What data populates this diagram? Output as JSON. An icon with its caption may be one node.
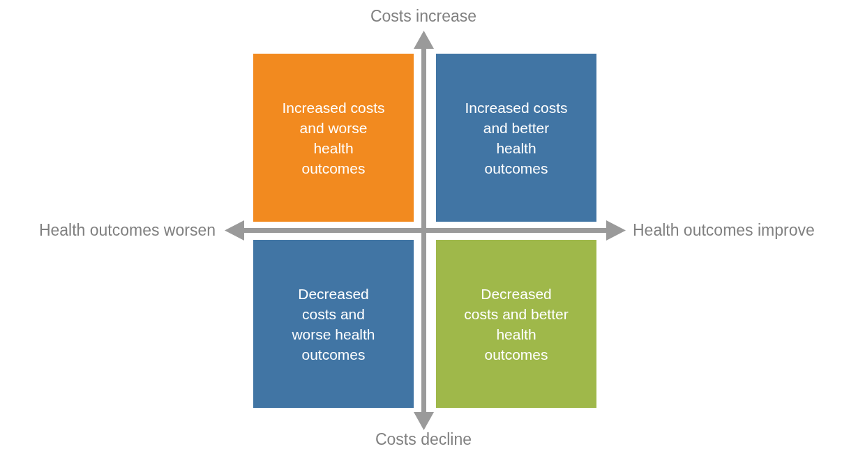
{
  "diagram": {
    "nodes": [
      {
        "text": [
          "Increased costs and worse health outcomes"
        ]
      },
      {
        "text": [
          "Increased costs and better health outcomes"
        ]
      },
      {
        "text": [
          "Decreased costs and worse health outcomes"
        ]
      },
      {
        "text": [
          "Decreased costs and better health outcomes"
        ]
      }
    ],
    "labels": [
      "Costs increase",
      "Health outcomes worsen",
      "Health outcomes improve",
      "Costs decline"
    ]
  }
}
